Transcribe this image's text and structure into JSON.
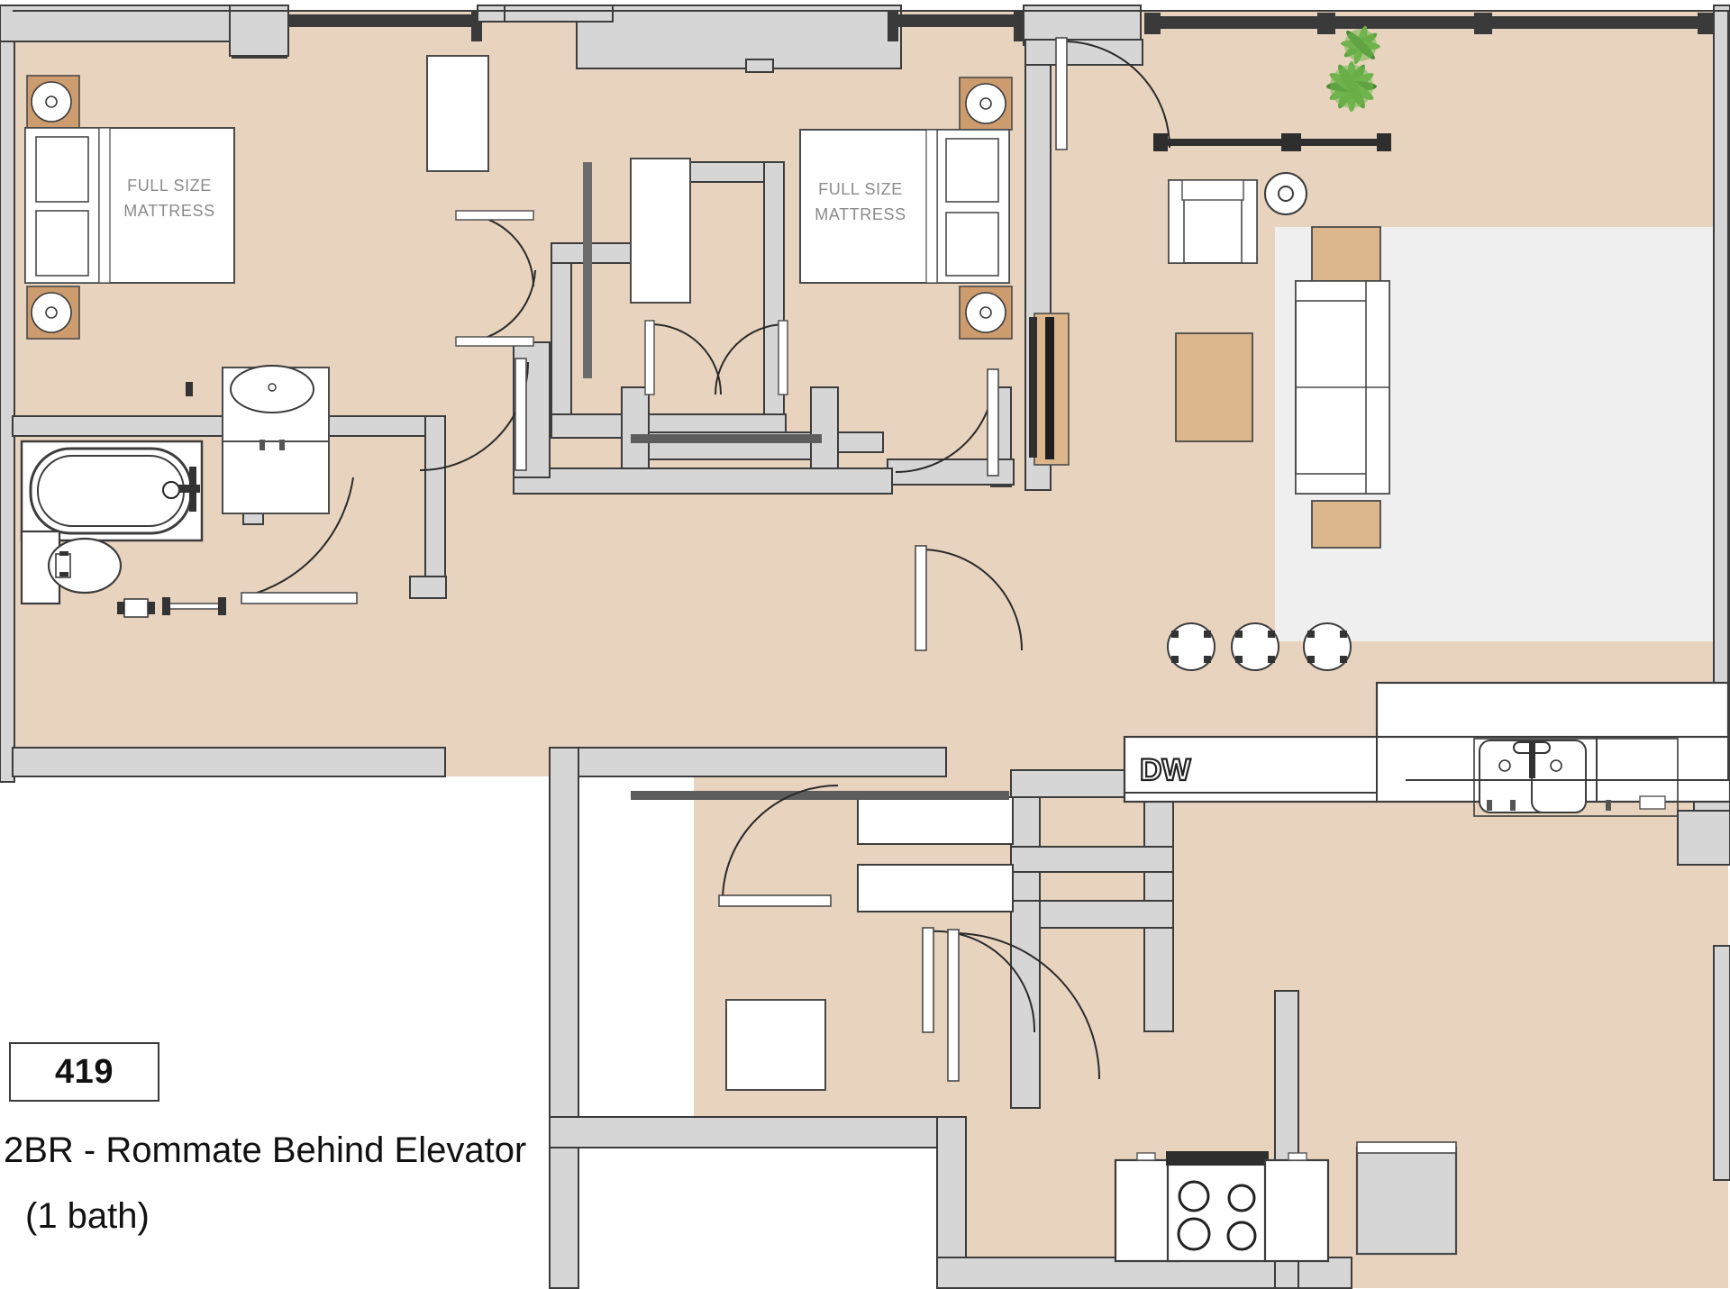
{
  "legend": {
    "unit_number": "419",
    "title": "2BR - Rommate Behind Elevator",
    "subtitle": "(1 bath)"
  },
  "labels": {
    "bed_left_line1": "FULL SIZE",
    "bed_left_line2": "MATTRESS",
    "bed_right_line1": "FULL SIZE",
    "bed_right_line2": "MATTRESS",
    "dishwasher": "DW"
  },
  "colors": {
    "floor": "#e8d3bf",
    "wall_fill": "#d6d6d6",
    "wall_stroke": "#3c3c3c",
    "living_floor": "#efefef",
    "furniture_white": "#ffffff",
    "furniture_stroke": "#4a4a4a",
    "nightstand": "#cc9c6e",
    "rug_tan": "#e3be8f",
    "wood_door": "#dcb78c",
    "window_dark": "#3a3a3a",
    "text": "#111111",
    "label_gray": "#8a8a8a",
    "plant_green": "#6cb04a",
    "plant_green_dark": "#4b8a33"
  },
  "plan": {
    "type": "apartment-floor-plan",
    "unit": "419",
    "bedrooms": 2,
    "bathrooms": 1,
    "rooms": [
      {
        "name": "bedroom-left",
        "features": [
          "full-size-bed",
          "two-nightstands",
          "two-lamps",
          "window",
          "closet"
        ]
      },
      {
        "name": "bedroom-right",
        "features": [
          "full-size-bed",
          "two-nightstands",
          "two-lamps",
          "window",
          "closet"
        ]
      },
      {
        "name": "bedroom-lower",
        "features": [
          "closet",
          "window"
        ]
      },
      {
        "name": "bathroom",
        "features": [
          "bathtub",
          "vanity-sink",
          "toilet",
          "towel-bar"
        ]
      },
      {
        "name": "living-room",
        "features": [
          "sofa",
          "armchair",
          "coffee-table",
          "side-tables",
          "floor-lamp",
          "area-rug",
          "plant",
          "balcony-door"
        ]
      },
      {
        "name": "kitchen",
        "features": [
          "double-sink",
          "dishwasher",
          "range-cooktop",
          "refrigerator",
          "three-bar-stools",
          "island-counter"
        ]
      },
      {
        "name": "hallway",
        "features": [
          "closets",
          "entry-door"
        ]
      }
    ]
  }
}
